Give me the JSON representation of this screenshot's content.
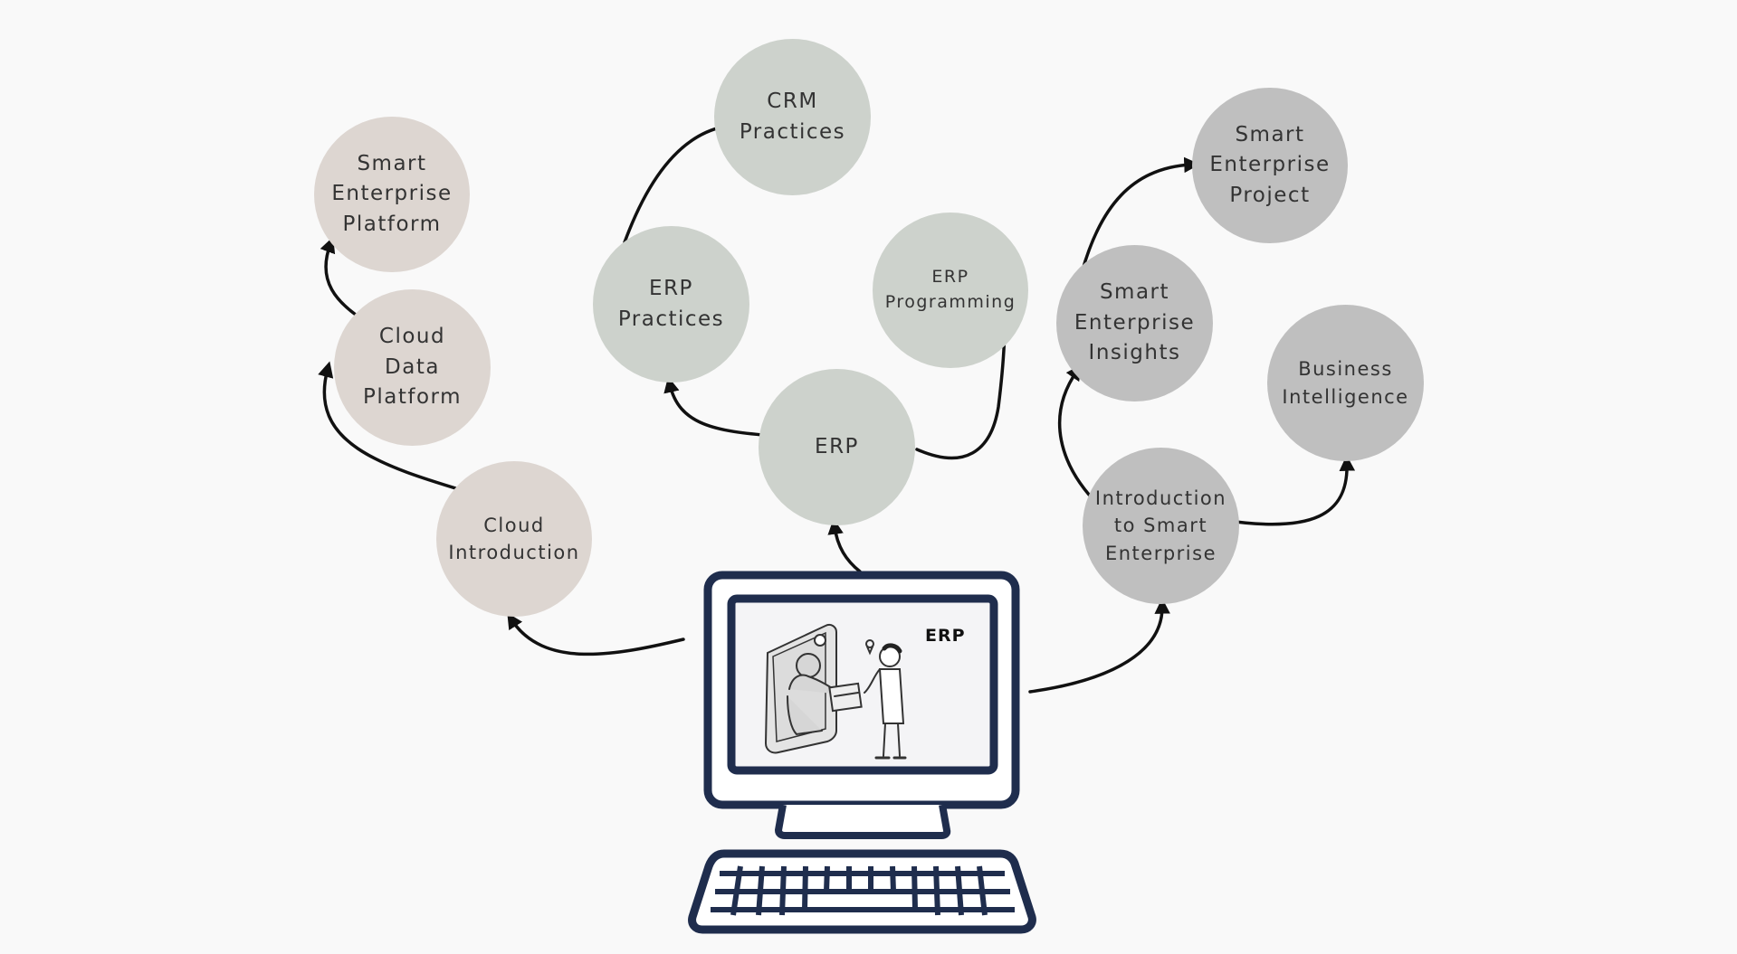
{
  "diagram": {
    "nodes": {
      "smart_enterprise_platform": "Smart\nEnterprise\nPlatform",
      "cloud_data_platform": "Cloud\nData\nPlatform",
      "cloud_introduction": "Cloud\nIntroduction",
      "crm_practices": "CRM\nPractices",
      "erp_practices": "ERP\nPractices",
      "erp_programming": "ERP\nProgramming",
      "erp": "ERP",
      "smart_enterprise_project": "Smart\nEnterprise\nProject",
      "smart_enterprise_insights": "Smart\nEnterprise\nInsights",
      "business_intelligence": "Business\nIntelligence",
      "introduction_to_smart_enterprise": "Introduction\nto Smart\nEnterprise"
    },
    "screen_label": "ERP",
    "colors": {
      "cloud_track": "#ddd6d1",
      "erp_track": "#cdd2cc",
      "smart_track": "#bfbfbf",
      "computer_outline": "#1f2d4d",
      "arrow": "#111111",
      "background": "#f9f9f9"
    }
  }
}
